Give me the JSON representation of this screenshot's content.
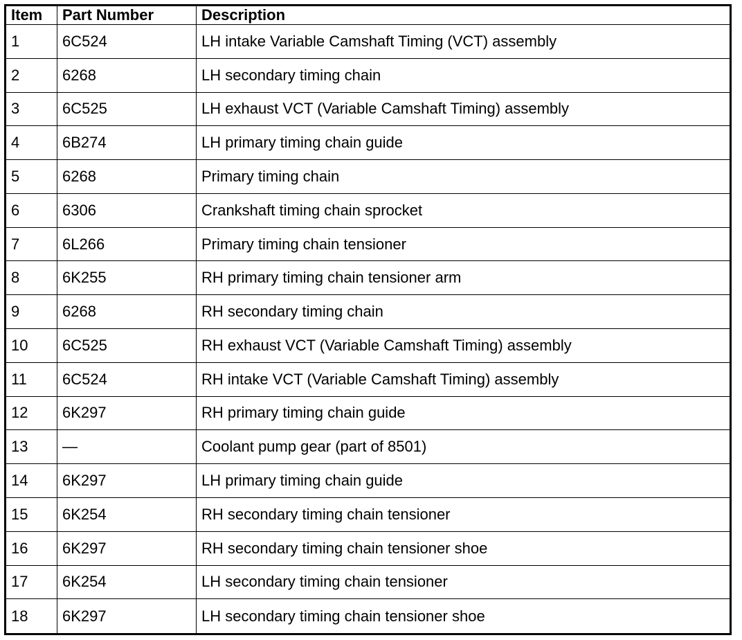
{
  "headers": {
    "item": "Item",
    "part_number": "Part Number",
    "description": "Description"
  },
  "rows": [
    {
      "item": "1",
      "part": "6C524",
      "desc": "LH intake Variable Camshaft Timing (VCT) assembly"
    },
    {
      "item": "2",
      "part": "6268",
      "desc": "LH secondary timing chain"
    },
    {
      "item": "3",
      "part": "6C525",
      "desc": "LH exhaust VCT (Variable Camshaft Timing) assembly"
    },
    {
      "item": "4",
      "part": "6B274",
      "desc": "LH primary timing chain guide"
    },
    {
      "item": "5",
      "part": "6268",
      "desc": "Primary timing chain"
    },
    {
      "item": "6",
      "part": "6306",
      "desc": "Crankshaft timing chain sprocket"
    },
    {
      "item": "7",
      "part": "6L266",
      "desc": "Primary timing chain tensioner"
    },
    {
      "item": "8",
      "part": "6K255",
      "desc": "RH primary timing chain tensioner arm"
    },
    {
      "item": "9",
      "part": "6268",
      "desc": "RH secondary timing chain"
    },
    {
      "item": "10",
      "part": "6C525",
      "desc": "RH exhaust VCT (Variable Camshaft Timing) assembly"
    },
    {
      "item": "11",
      "part": "6C524",
      "desc": "RH intake VCT (Variable Camshaft Timing) assembly"
    },
    {
      "item": "12",
      "part": "6K297",
      "desc": "RH primary timing chain guide"
    },
    {
      "item": "13",
      "part": "—",
      "desc": "Coolant pump gear (part of 8501)"
    },
    {
      "item": "14",
      "part": "6K297",
      "desc": "LH primary timing chain guide"
    },
    {
      "item": "15",
      "part": "6K254",
      "desc": "RH secondary timing chain tensioner"
    },
    {
      "item": "16",
      "part": "6K297",
      "desc": "RH secondary timing chain tensioner shoe"
    },
    {
      "item": "17",
      "part": "6K254",
      "desc": "LH secondary timing chain tensioner"
    },
    {
      "item": "18",
      "part": "6K297",
      "desc": "LH secondary timing chain tensioner shoe"
    }
  ]
}
